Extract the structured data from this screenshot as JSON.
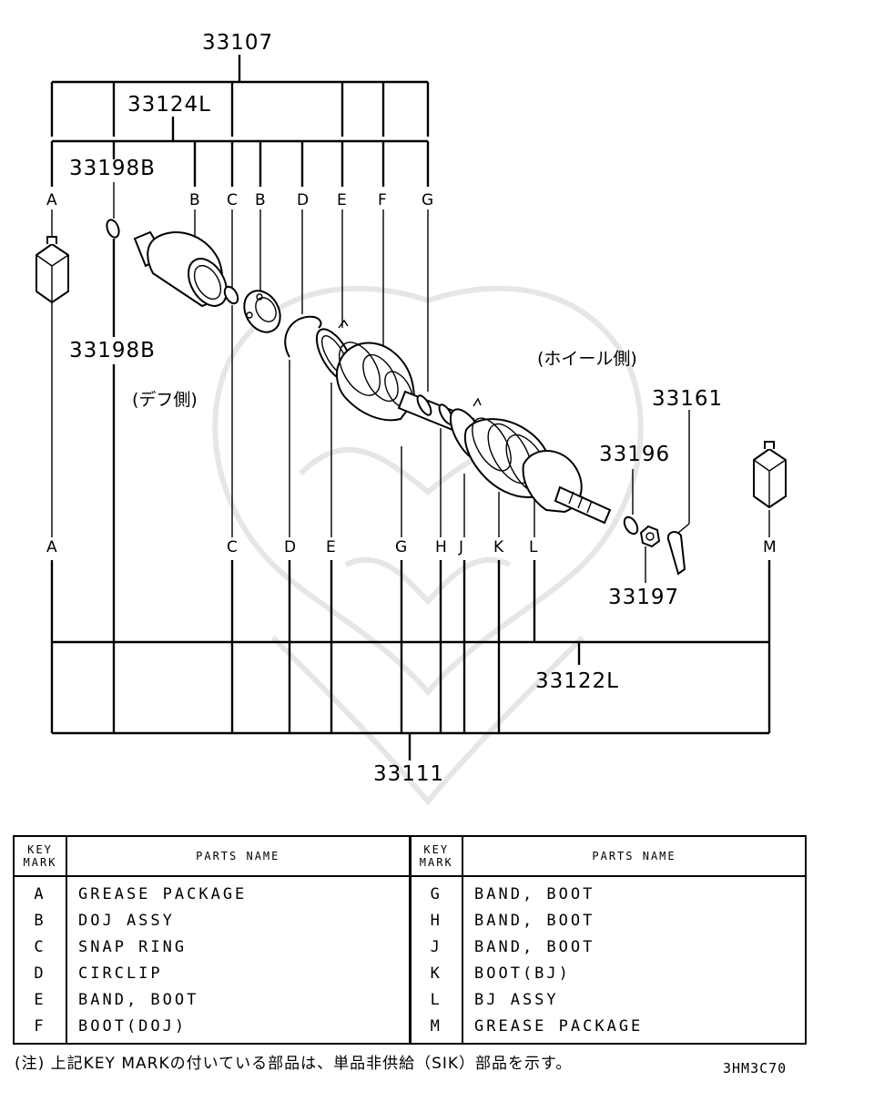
{
  "diagram": {
    "part_numbers": {
      "p33107": "33107",
      "p33124L": "33124L",
      "p33198B_top": "33198B",
      "p33198B_mid": "33198B",
      "p33161": "33161",
      "p33196": "33196",
      "p33197": "33197",
      "p33122L": "33122L",
      "p33111": "33111"
    },
    "side_labels": {
      "diff_side": "(デフ側)",
      "wheel_side": "(ホイール側)"
    },
    "top_keys": [
      "A",
      "B",
      "C",
      "B",
      "D",
      "E",
      "F",
      "G"
    ],
    "bottom_keys": [
      "A",
      "C",
      "D",
      "E",
      "G",
      "H",
      "J",
      "K",
      "L",
      "M"
    ]
  },
  "table": {
    "headers": {
      "key_mark_line1": "KEY",
      "key_mark_line2": "MARK",
      "parts_name": "PARTS NAME"
    },
    "left_rows": [
      {
        "key": "A",
        "name": "GREASE PACKAGE"
      },
      {
        "key": "B",
        "name": "DOJ ASSY"
      },
      {
        "key": "C",
        "name": "SNAP RING"
      },
      {
        "key": "D",
        "name": "CIRCLIP"
      },
      {
        "key": "E",
        "name": "BAND, BOOT"
      },
      {
        "key": "F",
        "name": "BOOT(DOJ)"
      }
    ],
    "right_rows": [
      {
        "key": "G",
        "name": "BAND, BOOT"
      },
      {
        "key": "H",
        "name": "BAND, BOOT"
      },
      {
        "key": "J",
        "name": "BAND, BOOT"
      },
      {
        "key": "K",
        "name": "BOOT(BJ)"
      },
      {
        "key": "L",
        "name": "BJ ASSY"
      },
      {
        "key": "M",
        "name": "GREASE PACKAGE"
      }
    ]
  },
  "footnote": "(注) 上記KEY MARKの付いている部品は、単品非供給（SIK）部品を示す。",
  "figure_code": "3HM3C70"
}
